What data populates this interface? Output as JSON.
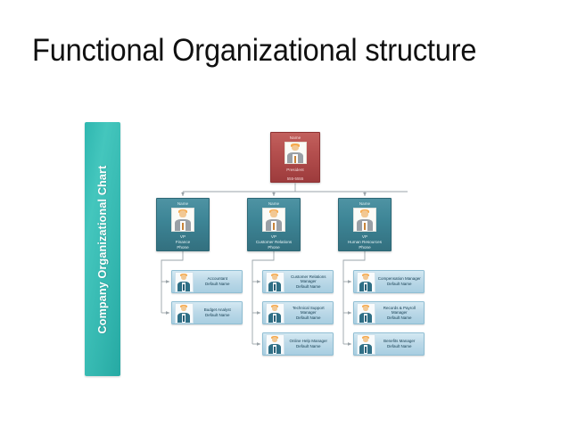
{
  "slide": {
    "title": "Functional Organizational structure",
    "background_color": "#ffffff"
  },
  "banner": {
    "label": "Company Organizational Chart",
    "color": "#39bfb8",
    "text_color": "#ffffff",
    "orientation": "vertical-bottom-to-top"
  },
  "colors": {
    "president_card": "#b5504f",
    "vp_card": "#3d8596",
    "leaf_card": "#bcd9e8",
    "connector": "#9aa3a8",
    "banner_teal": "#39bfb8",
    "title_text": "#101010"
  },
  "chart_data": {
    "type": "diagram",
    "diagram_kind": "organizational-chart",
    "title": "Company Organizational Chart",
    "levels": 3,
    "nodes": [
      {
        "id": "president",
        "level": 0,
        "name_label": "Name",
        "role": "President",
        "phone": "555-5555",
        "style": "red",
        "avatar": "person-avatar"
      },
      {
        "id": "vp-finance",
        "level": 1,
        "parent": "president",
        "name_label": "Name",
        "role_line1": "VP",
        "role_line2": "Finance",
        "role_line3": "Phone",
        "style": "teal",
        "avatar": "person-avatar"
      },
      {
        "id": "vp-customer-relations",
        "level": 1,
        "parent": "president",
        "name_label": "Name",
        "role_line1": "VP",
        "role_line2": "Customer Relations",
        "role_line3": "Phone",
        "style": "teal",
        "avatar": "person-avatar"
      },
      {
        "id": "vp-human-resources",
        "level": 1,
        "parent": "president",
        "name_label": "Name",
        "role_line1": "VP",
        "role_line2": "Human Resources",
        "role_line3": "Phone",
        "style": "teal",
        "avatar": "person-avatar"
      },
      {
        "id": "accountant",
        "level": 2,
        "parent": "vp-finance",
        "title": "Accountant",
        "name": "Default Name",
        "style": "light-blue",
        "avatar": "person-avatar"
      },
      {
        "id": "budget-analyst",
        "level": 2,
        "parent": "vp-finance",
        "title": "Budget Analyst",
        "name": "Default Name",
        "style": "light-blue",
        "avatar": "person-avatar"
      },
      {
        "id": "customer-relations-manager",
        "level": 2,
        "parent": "vp-customer-relations",
        "title": "Customer Relations Manager",
        "name": "Default Name",
        "style": "light-blue",
        "avatar": "person-avatar"
      },
      {
        "id": "technical-support-manager",
        "level": 2,
        "parent": "vp-customer-relations",
        "title": "Technical Support Manager",
        "name": "Default Name",
        "style": "light-blue",
        "avatar": "person-avatar"
      },
      {
        "id": "online-help-manager",
        "level": 2,
        "parent": "vp-customer-relations",
        "title": "Online Help Manager",
        "name": "Default Name",
        "style": "light-blue",
        "avatar": "person-avatar"
      },
      {
        "id": "compensation-manager",
        "level": 2,
        "parent": "vp-human-resources",
        "title": "Compensation Manager",
        "name": "Default Name",
        "style": "light-blue",
        "avatar": "person-avatar"
      },
      {
        "id": "records-payroll-manager",
        "level": 2,
        "parent": "vp-human-resources",
        "title": "Records & Payroll Manager",
        "name": "Default Name",
        "style": "light-blue",
        "avatar": "person-avatar"
      },
      {
        "id": "benefits-manager",
        "level": 2,
        "parent": "vp-human-resources",
        "title": "Benefits Manager",
        "name": "Default Name",
        "style": "light-blue",
        "avatar": "person-avatar"
      }
    ],
    "edges": [
      {
        "from": "president",
        "to": "vp-finance"
      },
      {
        "from": "president",
        "to": "vp-customer-relations"
      },
      {
        "from": "president",
        "to": "vp-human-resources"
      },
      {
        "from": "vp-finance",
        "to": "accountant"
      },
      {
        "from": "vp-finance",
        "to": "budget-analyst"
      },
      {
        "from": "vp-customer-relations",
        "to": "customer-relations-manager"
      },
      {
        "from": "vp-customer-relations",
        "to": "technical-support-manager"
      },
      {
        "from": "vp-customer-relations",
        "to": "online-help-manager"
      },
      {
        "from": "vp-human-resources",
        "to": "compensation-manager"
      },
      {
        "from": "vp-human-resources",
        "to": "records-payroll-manager"
      },
      {
        "from": "vp-human-resources",
        "to": "benefits-manager"
      }
    ]
  }
}
